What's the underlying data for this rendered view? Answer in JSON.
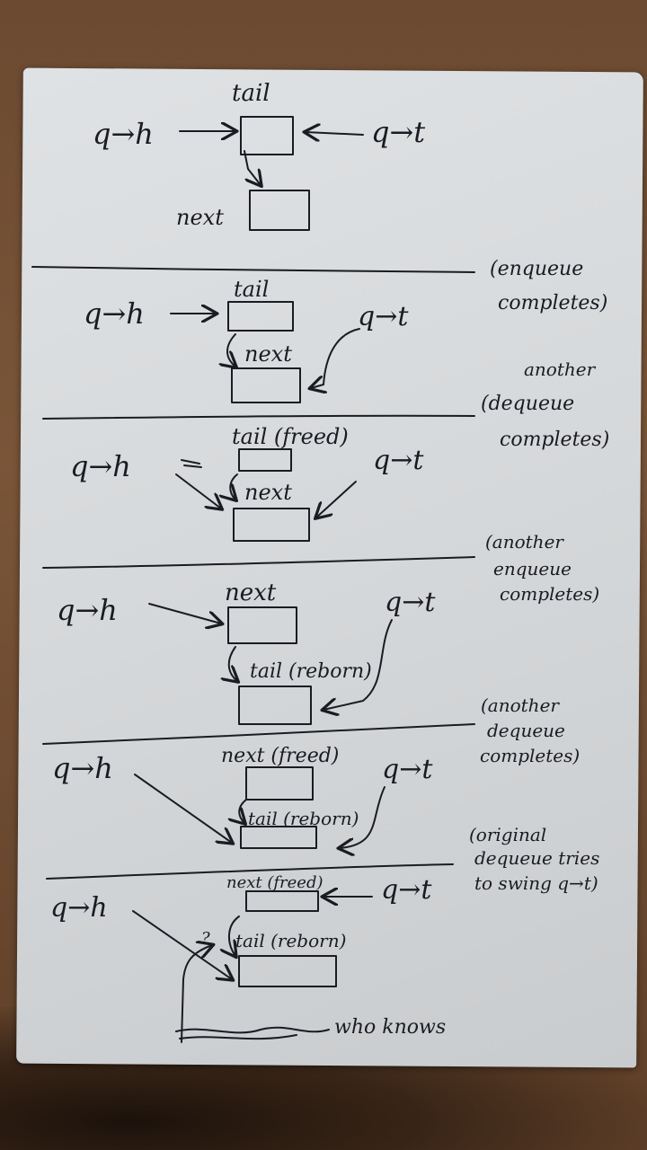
{
  "stages": [
    {
      "head_label": "q→h",
      "tail_label": "q→t",
      "node_top_label": "tail",
      "node_mid_label": "next"
    },
    {
      "head_label": "q→h",
      "tail_label": "q→t",
      "node_top_label": "tail",
      "node_mid_label": "next",
      "side_note_lines": [
        "(enqueue",
        "completes)"
      ]
    },
    {
      "head_label": "q→h",
      "tail_label": "q→t",
      "node_top_label": "tail (freed)",
      "node_mid_label": "next",
      "side_note_lines": [
        "another",
        "(dequeue",
        "completes)"
      ]
    },
    {
      "head_label": "q→h",
      "tail_label": "q→t",
      "node_top_label": "next",
      "node_mid_label": "tail (reborn)",
      "side_note_lines": [
        "(another",
        "enqueue",
        "completes)"
      ]
    },
    {
      "head_label": "q→h",
      "tail_label": "q→t",
      "node_top_label": "next (freed)",
      "node_mid_label": "tail (reborn)",
      "side_note_lines": [
        "(another",
        "dequeue",
        "completes)"
      ]
    },
    {
      "head_label": "q→h",
      "tail_label": "q→t",
      "node_top_label": "next (freed)",
      "node_mid_label": "tail (reborn)",
      "question_mark": "?",
      "side_note_lines": [
        "(original",
        "dequeue tries",
        "to swing q→t)"
      ],
      "footer_note": "who knows"
    }
  ]
}
